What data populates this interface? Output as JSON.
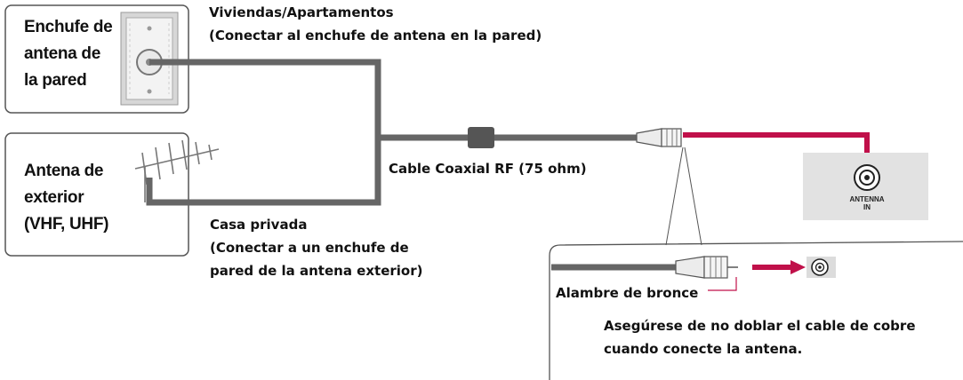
{
  "wall_box": {
    "title_lines": [
      "Enchufe de",
      "antena de",
      "la pared"
    ]
  },
  "outdoor_box": {
    "title_lines": [
      "Antena de",
      "exterior",
      "(VHF, UHF)"
    ]
  },
  "top_caption": [
    "Viviendas/Apartamentos",
    "(Conectar al enchufe de antena en la pared)"
  ],
  "cable_label": "Cable Coaxial RF (75 ohm)",
  "house_caption": [
    "Casa privada",
    "(Conectar a un enchufe de",
    "pared de la antena exterior)"
  ],
  "tv_port": {
    "label_line1": "ANTENNA",
    "label_line2": "IN"
  },
  "detail": {
    "wire_label": "Alambre de bronce",
    "note_lines": [
      "Asegúrese de no doblar el cable de cobre",
      "cuando conecte la antena."
    ]
  },
  "colors": {
    "cable": "#666666",
    "connector_red": "#c0104a",
    "panel": "#e2e2e2",
    "box_border": "#555555"
  }
}
